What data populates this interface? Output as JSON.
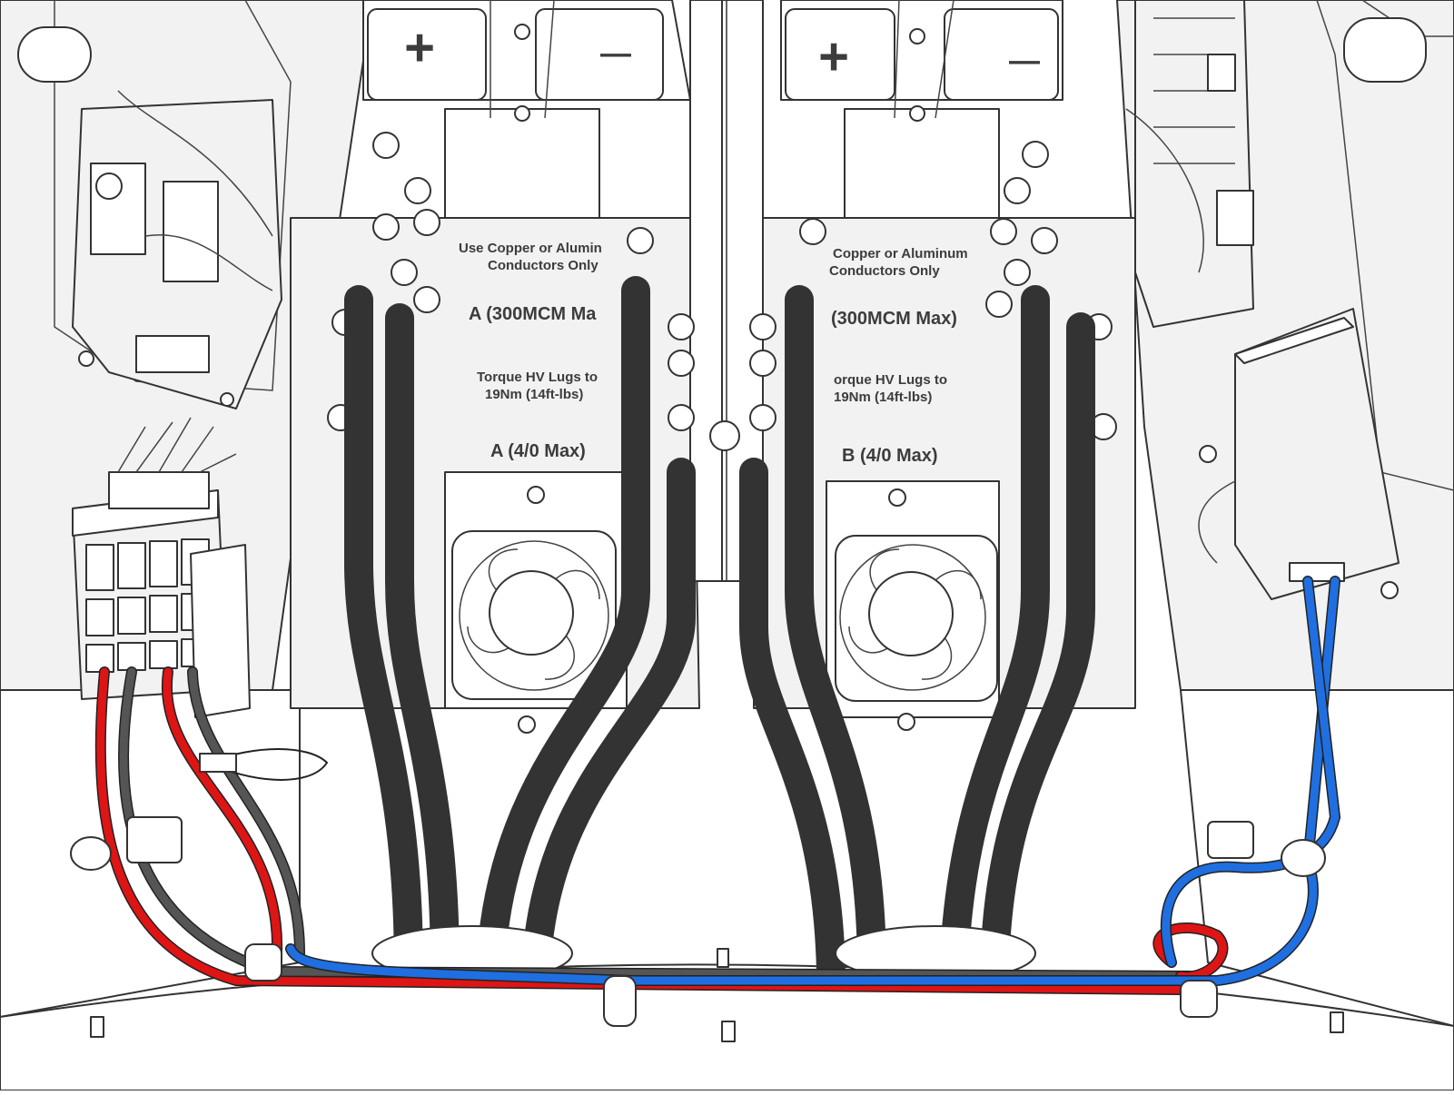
{
  "labels": {
    "left_plus": "+",
    "left_minus": "—",
    "right_plus": "+",
    "right_minus": "—",
    "left_cond_line1": "Use Copper or Alumin",
    "left_cond_line2": "Conductors Only",
    "right_cond_line1": "Copper or Aluminum",
    "right_cond_line2": "Conductors Only",
    "left_max300": "A (300MCM Ma",
    "right_max300": "(300MCM Max)",
    "left_torque_line1": "Torque HV Lugs to",
    "left_torque_line2": "19Nm (14ft-lbs)",
    "right_torque_line1": "orque HV Lugs to",
    "right_torque_line2": "19Nm (14ft-lbs)",
    "left_max40": "A (4/0 Max)",
    "right_max40": "B (4/0 Max)"
  },
  "colors": {
    "wire_red": "#dd1515",
    "wire_gray": "#555555",
    "wire_blue": "#1f6fe0",
    "line": "#333333",
    "label": "#3c3c3c"
  }
}
